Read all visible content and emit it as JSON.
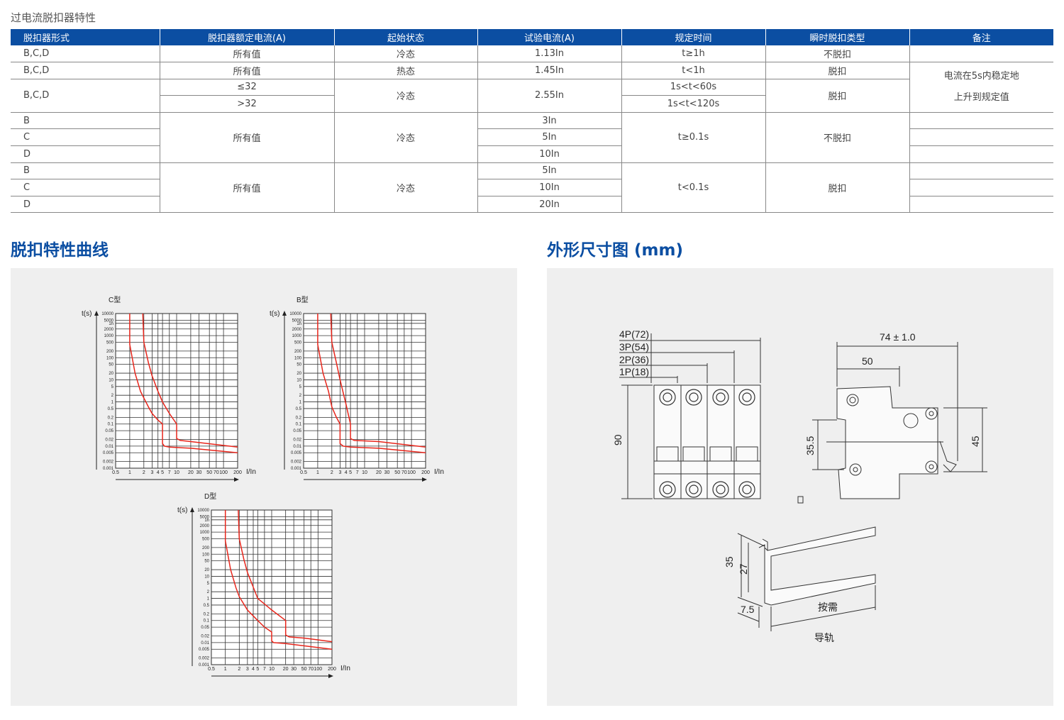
{
  "caption": "过电流脱扣器特性",
  "table": {
    "headers": [
      "脱扣器形式",
      "脱扣器额定电流(A)",
      "起始状态",
      "试验电流(A)",
      "规定时间",
      "瞬时脱扣类型",
      "备注"
    ],
    "r1": [
      "B,C,D",
      "所有值",
      "冷态",
      "1.13In",
      "t≥1h",
      "不脱扣"
    ],
    "r2": [
      "B,C,D",
      "所有值",
      "热态",
      "1.45In",
      "t<1h",
      "脱扣"
    ],
    "note": [
      "电流在5s内稳定地",
      "上升到规定值"
    ],
    "r3": [
      "B,C,D",
      "≤32",
      "冷态",
      "2.55In",
      "1s<t<60s",
      "脱扣"
    ],
    "r4": [
      ">32",
      "1s<t<120s"
    ],
    "g1": {
      "types": [
        "B",
        "C",
        "D"
      ],
      "current": "所有值",
      "state": "冷态",
      "tests": [
        "3In",
        "5In",
        "10In"
      ],
      "time": "t≥0.1s",
      "trip": "不脱扣"
    },
    "g2": {
      "types": [
        "B",
        "C",
        "D"
      ],
      "current": "所有值",
      "state": "冷态",
      "tests": [
        "5In",
        "10In",
        "20In"
      ],
      "time": "t<0.1s",
      "trip": "脱扣"
    }
  },
  "section_curves": "脱扣特性曲线",
  "section_dims": "外形尺寸图 (mm)",
  "chart_data": [
    {
      "type": "line",
      "title": "C型",
      "ylabel": "t(s)",
      "xlabel": "I/In",
      "xlim": [
        0.5,
        200
      ],
      "ylim": [
        0.001,
        10000
      ],
      "xticks": [
        0.5,
        1,
        2,
        3,
        4,
        5,
        7,
        10,
        20,
        30,
        50,
        70,
        100,
        200
      ],
      "xtick_labels": [
        "0.5",
        "1",
        "2",
        "3",
        "4",
        "5",
        "7",
        "10",
        "20",
        "30",
        "50",
        "70",
        "100",
        "200"
      ],
      "yticks": [
        10000,
        5000,
        3600,
        2000,
        1000,
        500,
        200,
        100,
        50,
        20,
        10,
        5,
        2,
        1,
        0.5,
        0.2,
        0.1,
        0.05,
        0.02,
        0.01,
        0.005,
        0.002,
        0.001
      ],
      "ytick_labels": [
        "10000",
        "5000",
        "1h",
        "2000",
        "1000",
        "500",
        "200",
        "100",
        "50",
        "20",
        "10",
        "5",
        "2",
        "1",
        "0.5",
        "0.2",
        "0.1",
        "0.05",
        "0.02",
        "0.01",
        "0.005",
        "0.002",
        "0.001"
      ],
      "series": [
        {
          "name": "lower",
          "points": [
            [
              1,
              10000
            ],
            [
              1,
              400
            ],
            [
              1.3,
              20
            ],
            [
              1.7,
              3
            ],
            [
              2,
              1.5
            ],
            [
              2.5,
              0.6
            ],
            [
              3,
              0.3
            ],
            [
              4,
              0.15
            ],
            [
              5,
              0.1
            ],
            [
              5,
              0.013
            ],
            [
              5.5,
              0.01
            ],
            [
              7,
              0.009
            ],
            [
              20,
              0.008
            ],
            [
              200,
              0.005
            ]
          ]
        },
        {
          "name": "upper",
          "points": [
            [
              1.9,
              10000
            ],
            [
              2,
              500
            ],
            [
              2.5,
              60
            ],
            [
              3,
              15
            ],
            [
              4,
              3
            ],
            [
              5,
              1
            ],
            [
              7,
              0.3
            ],
            [
              10,
              0.1
            ],
            [
              10,
              0.022
            ],
            [
              12,
              0.018
            ],
            [
              20,
              0.016
            ],
            [
              200,
              0.009
            ]
          ]
        }
      ]
    },
    {
      "type": "line",
      "title": "B型",
      "ylabel": "t(s)",
      "xlabel": "I/In",
      "xlim": [
        0.5,
        200
      ],
      "ylim": [
        0.001,
        10000
      ],
      "xticks": [
        0.5,
        1,
        2,
        3,
        4,
        5,
        7,
        10,
        20,
        30,
        50,
        70,
        100,
        200
      ],
      "xtick_labels": [
        "0.5",
        "1",
        "2",
        "3",
        "4",
        "5",
        "7",
        "10",
        "20",
        "30",
        "50",
        "70",
        "100",
        "200"
      ],
      "yticks": [
        10000,
        5000,
        3600,
        2000,
        1000,
        500,
        200,
        100,
        50,
        20,
        10,
        5,
        2,
        1,
        0.5,
        0.2,
        0.1,
        0.05,
        0.02,
        0.01,
        0.005,
        0.002,
        0.001
      ],
      "ytick_labels": [
        "10000",
        "5000",
        "1h",
        "2000",
        "1000",
        "500",
        "200",
        "100",
        "50",
        "20",
        "10",
        "5",
        "2",
        "1",
        "0.5",
        "0.2",
        "0.1",
        "0.05",
        "0.02",
        "0.01",
        "0.005",
        "0.002",
        "0.001"
      ],
      "series": [
        {
          "name": "lower",
          "points": [
            [
              1,
              10000
            ],
            [
              1,
              400
            ],
            [
              1.3,
              20
            ],
            [
              1.7,
              3
            ],
            [
              2,
              0.6
            ],
            [
              2.5,
              0.2
            ],
            [
              3,
              0.1
            ],
            [
              3,
              0.013
            ],
            [
              3.5,
              0.01
            ],
            [
              5,
              0.009
            ],
            [
              20,
              0.008
            ],
            [
              200,
              0.005
            ]
          ]
        },
        {
          "name": "upper",
          "points": [
            [
              1.9,
              10000
            ],
            [
              2,
              500
            ],
            [
              2.5,
              60
            ],
            [
              3,
              10
            ],
            [
              4,
              0.8
            ],
            [
              5,
              0.1
            ],
            [
              5,
              0.022
            ],
            [
              6,
              0.018
            ],
            [
              20,
              0.016
            ],
            [
              200,
              0.009
            ]
          ]
        }
      ]
    },
    {
      "type": "line",
      "title": "D型",
      "ylabel": "t(s)",
      "xlabel": "I/In",
      "xlim": [
        0.5,
        200
      ],
      "ylim": [
        0.001,
        10000
      ],
      "xticks": [
        0.5,
        1,
        2,
        3,
        4,
        5,
        7,
        10,
        20,
        30,
        50,
        70,
        100,
        200
      ],
      "xtick_labels": [
        "0.5",
        "1",
        "2",
        "3",
        "4",
        "5",
        "7",
        "10",
        "20",
        "30",
        "50",
        "70",
        "100",
        "200"
      ],
      "yticks": [
        10000,
        5000,
        3600,
        2000,
        1000,
        500,
        200,
        100,
        50,
        20,
        10,
        5,
        2,
        1,
        0.5,
        0.2,
        0.1,
        0.05,
        0.02,
        0.01,
        0.005,
        0.002,
        0.001
      ],
      "ytick_labels": [
        "10000",
        "5000",
        "1h",
        "2000",
        "1000",
        "500",
        "200",
        "100",
        "50",
        "20",
        "10",
        "5",
        "2",
        "1",
        "0.5",
        "0.2",
        "0.1",
        "0.05",
        "0.02",
        "0.01",
        "0.005",
        "0.002",
        "0.001"
      ],
      "series": [
        {
          "name": "lower",
          "points": [
            [
              1,
              10000
            ],
            [
              1,
              400
            ],
            [
              1.3,
              20
            ],
            [
              1.7,
              3
            ],
            [
              2,
              1.2
            ],
            [
              3,
              0.3
            ],
            [
              5,
              0.1
            ],
            [
              7,
              0.05
            ],
            [
              10,
              0.03
            ],
            [
              10,
              0.012
            ],
            [
              11,
              0.01
            ],
            [
              20,
              0.009
            ],
            [
              200,
              0.005
            ]
          ]
        },
        {
          "name": "upper",
          "points": [
            [
              1.9,
              10000
            ],
            [
              2,
              500
            ],
            [
              2.5,
              60
            ],
            [
              3,
              15
            ],
            [
              5,
              1
            ],
            [
              10,
              0.3
            ],
            [
              20,
              0.1
            ],
            [
              20,
              0.022
            ],
            [
              24,
              0.018
            ],
            [
              50,
              0.016
            ],
            [
              200,
              0.011
            ]
          ]
        }
      ]
    }
  ],
  "dims": {
    "poles": [
      "4P(72)",
      "3P(54)",
      "2P(36)",
      "1P(18)"
    ],
    "height": "90",
    "width_total": "74 ± 1.0",
    "width_50": "50",
    "h35_5": "35.5",
    "h45": "45",
    "rail_35": "35",
    "rail_27": "27",
    "rail_7_5": "7.5",
    "rail_length": "按需",
    "rail_label": "导轨"
  },
  "colors": {
    "accent": "#0b4ea2",
    "curve": "#e8261c"
  }
}
